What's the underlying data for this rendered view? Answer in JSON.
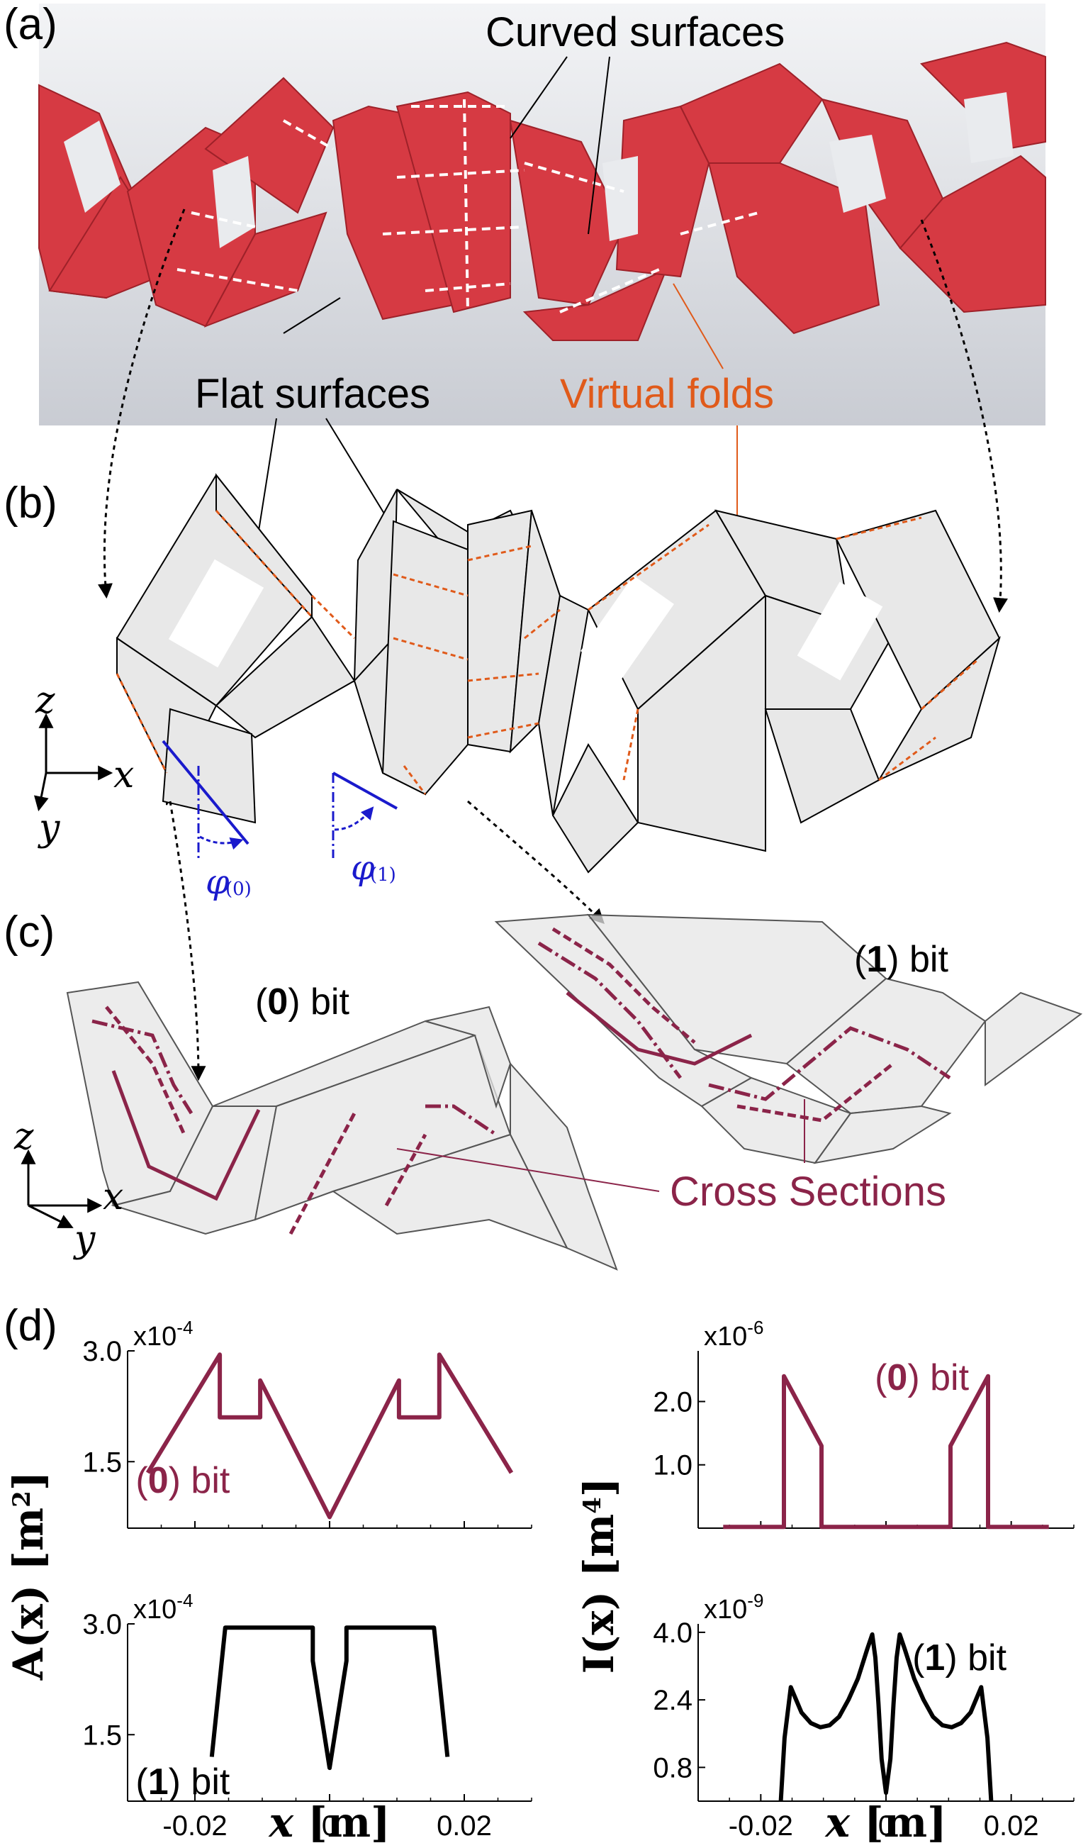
{
  "panels": {
    "a": {
      "label": "(a)",
      "annotations": {
        "curved_surfaces": "Curved surfaces",
        "flat_surfaces": "Flat surfaces",
        "virtual_folds": "Virtual folds"
      }
    },
    "b": {
      "label": "(b)",
      "axes": {
        "z": "z",
        "x": "x",
        "y": "y"
      },
      "angles": {
        "phi0": "φ",
        "phi0_sub": "(0)",
        "phi1": "φ",
        "phi1_sub": "(1)"
      }
    },
    "c": {
      "label": "(c)",
      "bit0": {
        "open": "(",
        "num": "0",
        "close": ") bit"
      },
      "bit1": {
        "open": "(",
        "num": "1",
        "close": ") bit"
      },
      "cross_sections": "Cross Sections",
      "axes": {
        "z": "z",
        "x": "x",
        "y": "y"
      }
    },
    "d": {
      "label": "(d)"
    }
  },
  "colors": {
    "paper_red": "#d63a43",
    "fold_orange": "#e05a1a",
    "section_maroon": "#8b2449",
    "angle_blue": "#1a1acc",
    "plot_black": "#000000"
  },
  "chart_data": [
    {
      "type": "line",
      "id": "A0",
      "ylabel": "A(x) [m2]",
      "xlabel": "",
      "exponent": "x10-4",
      "inset": {
        "open": "(",
        "num": "0",
        "close": ") bit"
      },
      "xlim": [
        -0.03,
        0.03
      ],
      "ylim": [
        0.6,
        3.0
      ],
      "xticks": [
        -0.02,
        0,
        0.02
      ],
      "xtick_labels": [],
      "yticks": [
        1.5,
        3.0
      ],
      "ytick_labels": [
        "1.5",
        "3.0"
      ],
      "color": "#8b2449",
      "series": [
        {
          "x": [
            -0.027,
            -0.0163,
            -0.0163,
            -0.0103,
            -0.0103,
            0.0,
            0.0103,
            0.0103,
            0.0163,
            0.0163,
            0.027
          ],
          "values": [
            1.35,
            2.95,
            2.1,
            2.1,
            2.6,
            0.75,
            2.6,
            2.1,
            2.1,
            2.95,
            1.35
          ]
        }
      ]
    },
    {
      "type": "line",
      "id": "I0",
      "ylabel": "I(x) [m4]",
      "xlabel": "",
      "exponent": "x10-6",
      "inset": {
        "open": "(",
        "num": "0",
        "close": ") bit"
      },
      "xlim": [
        -0.03,
        0.03
      ],
      "ylim": [
        0,
        2.8
      ],
      "xticks": [
        -0.02,
        0,
        0.02
      ],
      "xtick_labels": [],
      "yticks": [
        1.0,
        2.0
      ],
      "ytick_labels": [
        "1.0",
        "2.0"
      ],
      "color": "#8b2449",
      "series": [
        {
          "x": [
            -0.026,
            -0.0163,
            -0.0163,
            -0.0103,
            -0.0103,
            0.0,
            0.0103,
            0.0103,
            0.0163,
            0.0163,
            0.026
          ],
          "values": [
            0.02,
            0.02,
            2.4,
            1.3,
            0.02,
            0.02,
            0.02,
            1.3,
            2.4,
            0.02,
            0.02
          ]
        }
      ]
    },
    {
      "type": "line",
      "id": "A1",
      "ylabel": "A(x) [m2]",
      "xlabel": "x [m]",
      "exponent": "x10-4",
      "inset": {
        "open": "(",
        "num": "1",
        "close": ") bit"
      },
      "xlim": [
        -0.03,
        0.03
      ],
      "ylim": [
        0.6,
        3.0
      ],
      "xticks": [
        -0.02,
        0,
        0.02
      ],
      "xtick_labels": [
        "-0.02",
        "0",
        "0.02"
      ],
      "yticks": [
        1.5,
        3.0
      ],
      "ytick_labels": [
        "1.5",
        "3.0"
      ],
      "color": "#000000",
      "series": [
        {
          "x": [
            -0.0175,
            -0.0155,
            -0.0025,
            -0.0025,
            0.0,
            0.0025,
            0.0025,
            0.0155,
            0.0175
          ],
          "values": [
            1.2,
            2.95,
            2.95,
            2.5,
            1.05,
            2.5,
            2.95,
            2.95,
            1.2
          ]
        }
      ]
    },
    {
      "type": "line",
      "id": "I1",
      "ylabel": "I(x) [m4]",
      "xlabel": "x [m]",
      "exponent": "x10-9",
      "inset": {
        "open": "(",
        "num": "1",
        "close": ") bit"
      },
      "xlim": [
        -0.03,
        0.03
      ],
      "ylim": [
        0,
        4.2
      ],
      "xticks": [
        -0.02,
        0,
        0.02
      ],
      "xtick_labels": [
        "-0.02",
        "0",
        "0.02"
      ],
      "yticks": [
        0.8,
        2.4,
        4.0
      ],
      "ytick_labels": [
        "0.8",
        "2.4",
        "4.0"
      ],
      "color": "#000000",
      "series": [
        {
          "x": [
            -0.0168,
            -0.0162,
            -0.0152,
            -0.0135,
            -0.012,
            -0.0105,
            -0.009,
            -0.0075,
            -0.006,
            -0.0045,
            -0.003,
            -0.0022,
            -0.0017,
            -0.0012,
            -0.0007,
            0.0,
            0.0007,
            0.0012,
            0.0017,
            0.0022,
            0.003,
            0.0045,
            0.006,
            0.0075,
            0.009,
            0.0105,
            0.012,
            0.0135,
            0.0152,
            0.0162,
            0.0168
          ],
          "values": [
            0.0,
            1.5,
            2.7,
            2.1,
            1.85,
            1.75,
            1.8,
            2.0,
            2.4,
            2.9,
            3.6,
            3.95,
            3.4,
            2.3,
            1.0,
            0.2,
            1.0,
            2.3,
            3.4,
            3.95,
            3.6,
            2.9,
            2.4,
            2.0,
            1.8,
            1.75,
            1.85,
            2.1,
            2.7,
            1.5,
            0.0
          ]
        }
      ]
    }
  ]
}
